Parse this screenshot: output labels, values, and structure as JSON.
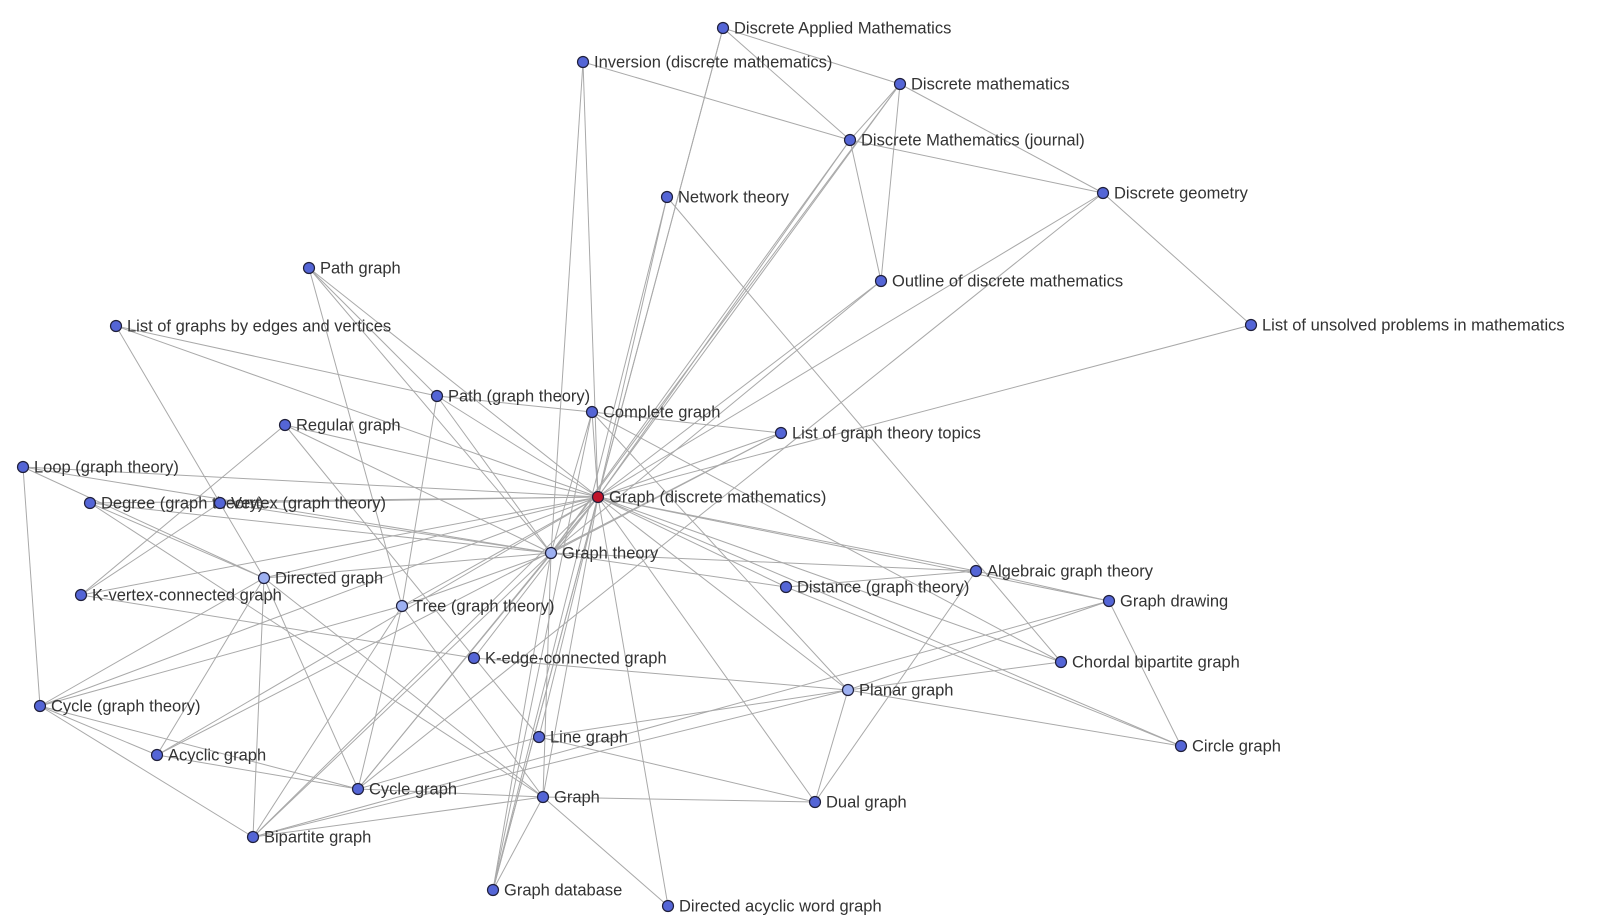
{
  "colors": {
    "node_default": "#5465d6",
    "node_highlight": "#9db0f2",
    "node_selected": "#c0142a",
    "edge": "#a9a9a9",
    "label": "#333333"
  },
  "nodes": [
    {
      "id": "graph-dm",
      "label": "Graph (discrete mathematics)",
      "state": "selected"
    },
    {
      "id": "discrete-applied-mathematics",
      "label": "Discrete Applied Mathematics",
      "state": "default"
    },
    {
      "id": "inversion-dm",
      "label": "Inversion (discrete mathematics)",
      "state": "default"
    },
    {
      "id": "discrete-mathematics",
      "label": "Discrete mathematics",
      "state": "default"
    },
    {
      "id": "discrete-mathematics-journal",
      "label": "Discrete Mathematics (journal)",
      "state": "default"
    },
    {
      "id": "network-theory",
      "label": "Network theory",
      "state": "default"
    },
    {
      "id": "discrete-geometry",
      "label": "Discrete geometry",
      "state": "default"
    },
    {
      "id": "path-graph",
      "label": "Path graph",
      "state": "default"
    },
    {
      "id": "outline-of-discrete-mathematics",
      "label": "Outline of discrete mathematics",
      "state": "default"
    },
    {
      "id": "list-of-graphs-by-edges",
      "label": "List of graphs by edges and vertices",
      "state": "default"
    },
    {
      "id": "list-of-unsolved-problems",
      "label": "List of unsolved problems in mathematics",
      "state": "default"
    },
    {
      "id": "path-graph-theory",
      "label": "Path (graph theory)",
      "state": "default"
    },
    {
      "id": "complete-graph",
      "label": "Complete graph",
      "state": "default"
    },
    {
      "id": "regular-graph",
      "label": "Regular graph",
      "state": "default"
    },
    {
      "id": "list-of-graph-theory-topics",
      "label": "List of graph theory topics",
      "state": "default"
    },
    {
      "id": "loop-graph-theory",
      "label": "Loop (graph theory)",
      "state": "default"
    },
    {
      "id": "degree-graph-theory",
      "label": "Degree (graph theory)",
      "state": "default"
    },
    {
      "id": "vertex-graph-theory",
      "label": "Vertex (graph theory)",
      "state": "default"
    },
    {
      "id": "graph-theory",
      "label": "Graph theory",
      "state": "highlight"
    },
    {
      "id": "algebraic-graph-theory",
      "label": "Algebraic graph theory",
      "state": "default"
    },
    {
      "id": "directed-graph",
      "label": "Directed graph",
      "state": "highlight"
    },
    {
      "id": "distance-graph-theory",
      "label": "Distance (graph theory)",
      "state": "default"
    },
    {
      "id": "k-vertex-connected-graph",
      "label": "K-vertex-connected graph",
      "state": "default"
    },
    {
      "id": "tree-graph-theory",
      "label": "Tree (graph theory)",
      "state": "highlight"
    },
    {
      "id": "graph-drawing",
      "label": "Graph drawing",
      "state": "default"
    },
    {
      "id": "k-edge-connected-graph",
      "label": "K-edge-connected graph",
      "state": "default"
    },
    {
      "id": "chordal-bipartite-graph",
      "label": "Chordal bipartite graph",
      "state": "default"
    },
    {
      "id": "planar-graph",
      "label": "Planar graph",
      "state": "highlight"
    },
    {
      "id": "cycle-graph-theory",
      "label": "Cycle (graph theory)",
      "state": "default"
    },
    {
      "id": "line-graph",
      "label": "Line graph",
      "state": "default"
    },
    {
      "id": "circle-graph",
      "label": "Circle graph",
      "state": "default"
    },
    {
      "id": "acyclic-graph",
      "label": "Acyclic graph",
      "state": "default"
    },
    {
      "id": "cycle-graph",
      "label": "Cycle graph",
      "state": "default"
    },
    {
      "id": "graph",
      "label": "Graph",
      "state": "default"
    },
    {
      "id": "dual-graph",
      "label": "Dual graph",
      "state": "default"
    },
    {
      "id": "bipartite-graph",
      "label": "Bipartite graph",
      "state": "default"
    },
    {
      "id": "graph-database",
      "label": "Graph database",
      "state": "default"
    },
    {
      "id": "directed-acyclic-word-graph",
      "label": "Directed acyclic word graph",
      "state": "default"
    }
  ],
  "edges": [
    [
      "graph-dm",
      "discrete-applied-mathematics"
    ],
    [
      "graph-dm",
      "inversion-dm"
    ],
    [
      "graph-dm",
      "discrete-mathematics"
    ],
    [
      "graph-dm",
      "discrete-mathematics-journal"
    ],
    [
      "graph-dm",
      "network-theory"
    ],
    [
      "graph-dm",
      "discrete-geometry"
    ],
    [
      "graph-dm",
      "path-graph"
    ],
    [
      "graph-dm",
      "outline-of-discrete-mathematics"
    ],
    [
      "graph-dm",
      "list-of-graphs-by-edges"
    ],
    [
      "graph-dm",
      "list-of-unsolved-problems"
    ],
    [
      "graph-dm",
      "path-graph-theory"
    ],
    [
      "graph-dm",
      "complete-graph"
    ],
    [
      "graph-dm",
      "regular-graph"
    ],
    [
      "graph-dm",
      "list-of-graph-theory-topics"
    ],
    [
      "graph-dm",
      "loop-graph-theory"
    ],
    [
      "graph-dm",
      "degree-graph-theory"
    ],
    [
      "graph-dm",
      "vertex-graph-theory"
    ],
    [
      "graph-dm",
      "graph-theory"
    ],
    [
      "graph-dm",
      "algebraic-graph-theory"
    ],
    [
      "graph-dm",
      "directed-graph"
    ],
    [
      "graph-dm",
      "distance-graph-theory"
    ],
    [
      "graph-dm",
      "k-vertex-connected-graph"
    ],
    [
      "graph-dm",
      "tree-graph-theory"
    ],
    [
      "graph-dm",
      "graph-drawing"
    ],
    [
      "graph-dm",
      "k-edge-connected-graph"
    ],
    [
      "graph-dm",
      "chordal-bipartite-graph"
    ],
    [
      "graph-dm",
      "planar-graph"
    ],
    [
      "graph-dm",
      "cycle-graph-theory"
    ],
    [
      "graph-dm",
      "line-graph"
    ],
    [
      "graph-dm",
      "circle-graph"
    ],
    [
      "graph-dm",
      "acyclic-graph"
    ],
    [
      "graph-dm",
      "cycle-graph"
    ],
    [
      "graph-dm",
      "graph"
    ],
    [
      "graph-dm",
      "dual-graph"
    ],
    [
      "graph-dm",
      "bipartite-graph"
    ],
    [
      "graph-dm",
      "graph-database"
    ],
    [
      "graph-dm",
      "directed-acyclic-word-graph"
    ],
    [
      "discrete-applied-mathematics",
      "discrete-mathematics"
    ],
    [
      "discrete-applied-mathematics",
      "discrete-mathematics-journal"
    ],
    [
      "discrete-applied-mathematics",
      "graph-database"
    ],
    [
      "inversion-dm",
      "discrete-mathematics-journal"
    ],
    [
      "inversion-dm",
      "graph-theory"
    ],
    [
      "discrete-mathematics",
      "discrete-mathematics-journal"
    ],
    [
      "discrete-mathematics",
      "outline-of-discrete-mathematics"
    ],
    [
      "discrete-mathematics",
      "discrete-geometry"
    ],
    [
      "discrete-mathematics",
      "graph-theory"
    ],
    [
      "discrete-mathematics-journal",
      "discrete-geometry"
    ],
    [
      "discrete-mathematics-journal",
      "outline-of-discrete-mathematics"
    ],
    [
      "discrete-mathematics-journal",
      "graph-theory"
    ],
    [
      "discrete-geometry",
      "list-of-unsolved-problems"
    ],
    [
      "discrete-geometry",
      "cycle-graph"
    ],
    [
      "network-theory",
      "graph-database"
    ],
    [
      "network-theory",
      "chordal-bipartite-graph"
    ],
    [
      "outline-of-discrete-mathematics",
      "graph-theory"
    ],
    [
      "path-graph",
      "path-graph-theory"
    ],
    [
      "path-graph",
      "tree-graph-theory"
    ],
    [
      "path-graph",
      "graph-theory"
    ],
    [
      "list-of-graphs-by-edges",
      "path-graph-theory"
    ],
    [
      "list-of-graphs-by-edges",
      "directed-graph"
    ],
    [
      "path-graph-theory",
      "complete-graph"
    ],
    [
      "path-graph-theory",
      "tree-graph-theory"
    ],
    [
      "path-graph-theory",
      "graph-theory"
    ],
    [
      "complete-graph",
      "list-of-graph-theory-topics"
    ],
    [
      "complete-graph",
      "graph-theory"
    ],
    [
      "complete-graph",
      "graph-database"
    ],
    [
      "complete-graph",
      "planar-graph"
    ],
    [
      "regular-graph",
      "k-vertex-connected-graph"
    ],
    [
      "regular-graph",
      "graph-theory"
    ],
    [
      "regular-graph",
      "line-graph"
    ],
    [
      "list-of-graph-theory-topics",
      "graph-theory"
    ],
    [
      "list-of-graph-theory-topics",
      "acyclic-graph"
    ],
    [
      "loop-graph-theory",
      "graph-theory"
    ],
    [
      "loop-graph-theory",
      "directed-graph"
    ],
    [
      "loop-graph-theory",
      "cycle-graph-theory"
    ],
    [
      "degree-graph-theory",
      "graph-theory"
    ],
    [
      "degree-graph-theory",
      "directed-graph"
    ],
    [
      "degree-graph-theory",
      "graph"
    ],
    [
      "vertex-graph-theory",
      "k-vertex-connected-graph"
    ],
    [
      "vertex-graph-theory",
      "graph-theory"
    ],
    [
      "graph-theory",
      "algebraic-graph-theory"
    ],
    [
      "graph-theory",
      "distance-graph-theory"
    ],
    [
      "graph-theory",
      "tree-graph-theory"
    ],
    [
      "graph-theory",
      "directed-graph"
    ],
    [
      "graph-theory",
      "cycle-graph"
    ],
    [
      "graph-theory",
      "graph"
    ],
    [
      "graph-theory",
      "bipartite-graph"
    ],
    [
      "graph-theory",
      "graph-database"
    ],
    [
      "directed-graph",
      "cycle-graph-theory"
    ],
    [
      "directed-graph",
      "acyclic-graph"
    ],
    [
      "directed-graph",
      "cycle-graph"
    ],
    [
      "directed-graph",
      "graph"
    ],
    [
      "k-vertex-connected-graph",
      "k-edge-connected-graph"
    ],
    [
      "tree-graph-theory",
      "cycle-graph-theory"
    ],
    [
      "tree-graph-theory",
      "cycle-graph"
    ],
    [
      "tree-graph-theory",
      "graph"
    ],
    [
      "tree-graph-theory",
      "bipartite-graph"
    ],
    [
      "k-edge-connected-graph",
      "planar-graph"
    ],
    [
      "distance-graph-theory",
      "algebraic-graph-theory"
    ],
    [
      "algebraic-graph-theory",
      "graph-drawing"
    ],
    [
      "algebraic-graph-theory",
      "dual-graph"
    ],
    [
      "graph-drawing",
      "planar-graph"
    ],
    [
      "graph-drawing",
      "circle-graph"
    ],
    [
      "graph-drawing",
      "bipartite-graph"
    ],
    [
      "planar-graph",
      "chordal-bipartite-graph"
    ],
    [
      "planar-graph",
      "circle-graph"
    ],
    [
      "planar-graph",
      "line-graph"
    ],
    [
      "planar-graph",
      "dual-graph"
    ],
    [
      "planar-graph",
      "bipartite-graph"
    ],
    [
      "line-graph",
      "dual-graph"
    ],
    [
      "line-graph",
      "cycle-graph"
    ],
    [
      "cycle-graph-theory",
      "acyclic-graph"
    ],
    [
      "cycle-graph-theory",
      "cycle-graph"
    ],
    [
      "cycle-graph-theory",
      "bipartite-graph"
    ],
    [
      "cycle-graph",
      "graph"
    ],
    [
      "graph",
      "dual-graph"
    ],
    [
      "graph",
      "bipartite-graph"
    ],
    [
      "graph",
      "graph-database"
    ],
    [
      "graph",
      "directed-acyclic-word-graph"
    ],
    [
      "acyclic-graph",
      "cycle-graph"
    ],
    [
      "directed-graph",
      "bipartite-graph"
    ],
    [
      "distance-graph-theory",
      "circle-graph"
    ],
    [
      "complete-graph",
      "chordal-bipartite-graph"
    ]
  ]
}
